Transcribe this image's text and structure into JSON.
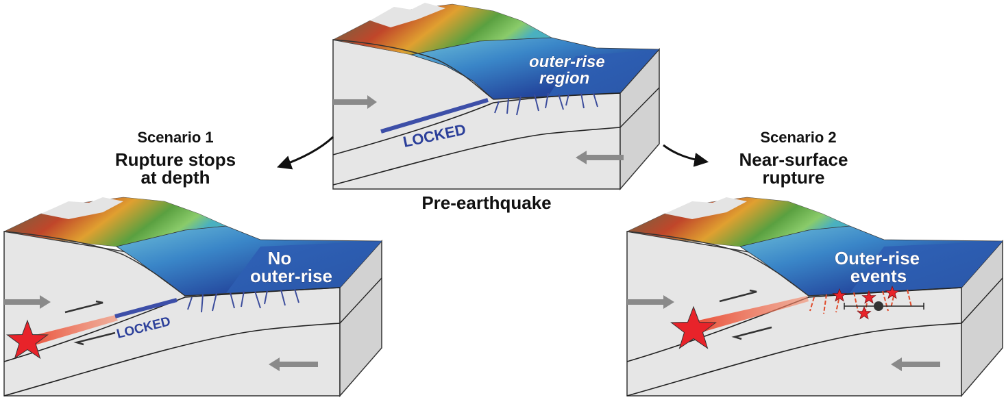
{
  "center": {
    "caption": "Pre-earthquake",
    "locked_label": "LOCKED",
    "outer_rise_line1": "outer-rise",
    "outer_rise_line2": "region"
  },
  "scenario1": {
    "heading": "Scenario 1",
    "title_line1": "Rupture stops",
    "title_line2": "at depth",
    "locked_label": "LOCKED",
    "sea_label_line1": "No",
    "sea_label_line2": "outer-rise"
  },
  "scenario2": {
    "heading": "Scenario 2",
    "title_line1": "Near-surface",
    "title_line2": "rupture",
    "sea_label_line1": "Outer-rise",
    "sea_label_line2": "events"
  },
  "colors": {
    "locked": "#3d4fa8",
    "fault": "#3c4d9c",
    "rupture_fault": "#e04a2a",
    "star": "#e8232a",
    "rupture_cone": "#ef5a36",
    "arrow": "#8a8a8a",
    "sea_deep": "#1f3f9a",
    "sea_shallow": "#5aa7d6",
    "block_face": "#e6e6e6"
  }
}
